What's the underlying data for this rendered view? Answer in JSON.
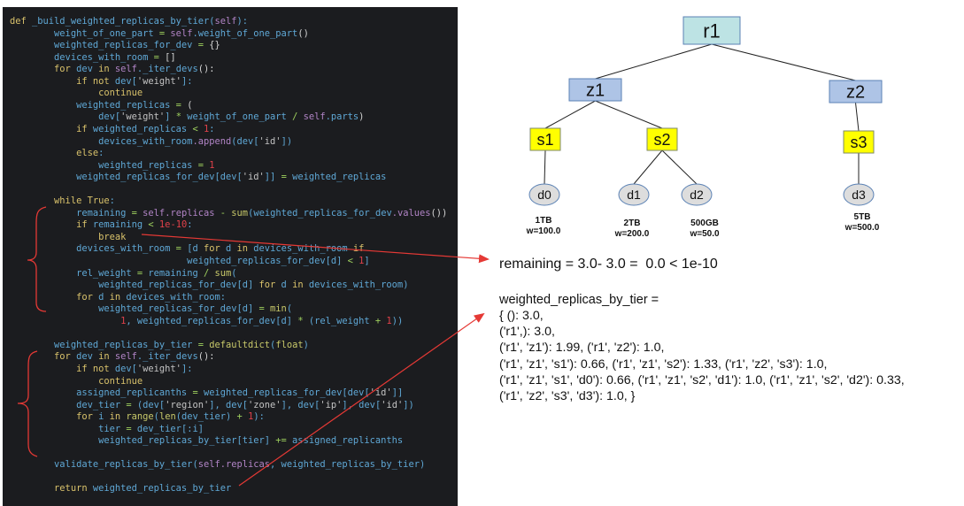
{
  "code": {
    "language": "python",
    "lines": [
      [
        [
          "kw",
          "def "
        ],
        [
          "",
          "_build_weighted_replicas_by_tier("
        ],
        [
          "self",
          "self"
        ],
        [
          "",
          "):"
        ]
      ],
      [
        [
          "",
          "        weight_of_one_part "
        ],
        [
          "op",
          "="
        ],
        [
          "self",
          " self"
        ],
        [
          "",
          ".weight_of_one_part"
        ],
        [
          "plain",
          "()"
        ]
      ],
      [
        [
          "",
          "        weighted_replicas_for_dev "
        ],
        [
          "op",
          "="
        ],
        [
          "plain",
          " {}"
        ]
      ],
      [
        [
          "",
          "        devices_with_room "
        ],
        [
          "op",
          "="
        ],
        [
          "plain",
          " []"
        ]
      ],
      [
        [
          "kw",
          "        for "
        ],
        [
          "",
          "dev "
        ],
        [
          "kw",
          "in "
        ],
        [
          "self",
          "self"
        ],
        [
          "",
          "._iter_devs"
        ],
        [
          "plain",
          "():"
        ]
      ],
      [
        [
          "kw",
          "            if not "
        ],
        [
          "",
          "dev["
        ],
        [
          "str",
          "'weight'"
        ],
        [
          "",
          "]:"
        ]
      ],
      [
        [
          "kw",
          "                continue"
        ]
      ],
      [
        [
          "",
          "            weighted_replicas "
        ],
        [
          "op",
          "="
        ],
        [
          "plain",
          " ("
        ]
      ],
      [
        [
          "",
          "                dev["
        ],
        [
          "str",
          "'weight'"
        ],
        [
          "",
          "] "
        ],
        [
          "op",
          "*"
        ],
        [
          "",
          " weight_of_one_part "
        ],
        [
          "op",
          "/"
        ],
        [
          "self",
          " self"
        ],
        [
          "",
          ".parts"
        ],
        [
          "plain",
          ")"
        ]
      ],
      [
        [
          "kw",
          "            if "
        ],
        [
          "",
          "weighted_replicas "
        ],
        [
          "op",
          "<"
        ],
        [
          "num",
          " 1"
        ],
        [
          "",
          ":"
        ]
      ],
      [
        [
          "",
          "                devices_with_room"
        ],
        [
          "self",
          ".append"
        ],
        [
          "",
          "(dev["
        ],
        [
          "str",
          "'id'"
        ],
        [
          "",
          "])"
        ]
      ],
      [
        [
          "kw",
          "            else"
        ],
        [
          "",
          ":"
        ]
      ],
      [
        [
          "",
          "                weighted_replicas "
        ],
        [
          "op",
          "="
        ],
        [
          "num",
          " 1"
        ]
      ],
      [
        [
          "",
          "            weighted_replicas_for_dev[dev["
        ],
        [
          "str",
          "'id'"
        ],
        [
          "",
          "]] "
        ],
        [
          "op",
          "="
        ],
        [
          "",
          " weighted_replicas"
        ]
      ],
      [
        [
          "",
          ""
        ]
      ],
      [
        [
          "kw",
          "        while True"
        ],
        [
          "",
          ":"
        ]
      ],
      [
        [
          "",
          "            remaining "
        ],
        [
          "op",
          "="
        ],
        [
          "self",
          " self"
        ],
        [
          "self",
          ".replicas"
        ],
        [
          "op",
          " - "
        ],
        [
          "fn",
          "sum"
        ],
        [
          "",
          "(weighted_replicas_for_dev"
        ],
        [
          "self",
          ".values"
        ],
        [
          "plain",
          "())"
        ]
      ],
      [
        [
          "kw",
          "            if "
        ],
        [
          "",
          "remaining "
        ],
        [
          "op",
          "<"
        ],
        [
          "num",
          " 1e-10"
        ],
        [
          "",
          ":"
        ]
      ],
      [
        [
          "kw",
          "                break"
        ]
      ],
      [
        [
          "",
          "            devices_with_room "
        ],
        [
          "op",
          "="
        ],
        [
          "",
          " [d "
        ],
        [
          "kw",
          "for "
        ],
        [
          "",
          "d "
        ],
        [
          "kw",
          "in "
        ],
        [
          "",
          "devices_with_room "
        ],
        [
          "kw",
          "if"
        ]
      ],
      [
        [
          "",
          "                                weighted_replicas_for_dev[d] "
        ],
        [
          "op",
          "<"
        ],
        [
          "num",
          " 1"
        ],
        [
          "",
          "]"
        ]
      ],
      [
        [
          "",
          "            rel_weight "
        ],
        [
          "op",
          "="
        ],
        [
          "",
          " remaining "
        ],
        [
          "op",
          "/"
        ],
        [
          "fn",
          " sum"
        ],
        [
          "",
          "("
        ]
      ],
      [
        [
          "",
          "                weighted_replicas_for_dev[d] "
        ],
        [
          "kw",
          "for "
        ],
        [
          "",
          "d "
        ],
        [
          "kw",
          "in "
        ],
        [
          "",
          "devices_with_room)"
        ]
      ],
      [
        [
          "kw",
          "            for "
        ],
        [
          "",
          "d "
        ],
        [
          "kw",
          "in "
        ],
        [
          "",
          "devices_with_room:"
        ]
      ],
      [
        [
          "",
          "                weighted_replicas_for_dev[d] "
        ],
        [
          "op",
          "="
        ],
        [
          "fn",
          " min"
        ],
        [
          "",
          "("
        ]
      ],
      [
        [
          "num",
          "                    1"
        ],
        [
          "",
          ", weighted_replicas_for_dev[d] "
        ],
        [
          "op",
          "*"
        ],
        [
          "",
          " (rel_weight "
        ],
        [
          "op",
          "+"
        ],
        [
          "num",
          " 1"
        ],
        [
          "",
          "))"
        ]
      ],
      [
        [
          "",
          ""
        ]
      ],
      [
        [
          "",
          "        weighted_replicas_by_tier "
        ],
        [
          "op",
          "="
        ],
        [
          "fn",
          " defaultdict"
        ],
        [
          "",
          "("
        ],
        [
          "fn",
          "float"
        ],
        [
          "",
          ")"
        ]
      ],
      [
        [
          "kw",
          "        for "
        ],
        [
          "",
          "dev "
        ],
        [
          "kw",
          "in "
        ],
        [
          "self",
          "self"
        ],
        [
          "",
          "._iter_devs"
        ],
        [
          "plain",
          "():"
        ]
      ],
      [
        [
          "kw",
          "            if not "
        ],
        [
          "",
          "dev["
        ],
        [
          "str",
          "'weight'"
        ],
        [
          "",
          "]:"
        ]
      ],
      [
        [
          "kw",
          "                continue"
        ]
      ],
      [
        [
          "",
          "            assigned_replicanths "
        ],
        [
          "op",
          "="
        ],
        [
          "",
          " weighted_replicas_for_dev[dev["
        ],
        [
          "str",
          "'id'"
        ],
        [
          "",
          "]]"
        ]
      ],
      [
        [
          "",
          "            dev_tier "
        ],
        [
          "op",
          "="
        ],
        [
          "",
          " (dev["
        ],
        [
          "str",
          "'region'"
        ],
        [
          "",
          "], dev["
        ],
        [
          "str",
          "'zone'"
        ],
        [
          "",
          "], dev["
        ],
        [
          "str",
          "'ip'"
        ],
        [
          "",
          "], dev["
        ],
        [
          "str",
          "'id'"
        ],
        [
          "",
          "])"
        ]
      ],
      [
        [
          "kw",
          "            for "
        ],
        [
          "",
          "i "
        ],
        [
          "kw",
          "in "
        ],
        [
          "fn",
          "range"
        ],
        [
          "",
          "("
        ],
        [
          "fn",
          "len"
        ],
        [
          "",
          "(dev_tier) "
        ],
        [
          "op",
          "+"
        ],
        [
          "num",
          " 1"
        ],
        [
          "",
          "):"
        ]
      ],
      [
        [
          "",
          "                tier "
        ],
        [
          "op",
          "="
        ],
        [
          "",
          " dev_tier[:i]"
        ]
      ],
      [
        [
          "",
          "                weighted_replicas_by_tier[tier] "
        ],
        [
          "op",
          "+="
        ],
        [
          "",
          " assigned_replicanths"
        ]
      ],
      [
        [
          "",
          ""
        ]
      ],
      [
        [
          "",
          "        validate_replicas_by_tier("
        ],
        [
          "self",
          "self"
        ],
        [
          "self",
          ".replicas"
        ],
        [
          "",
          ", weighted_replicas_by_tier)"
        ]
      ],
      [
        [
          "",
          ""
        ]
      ],
      [
        [
          "kw",
          "        return "
        ],
        [
          "",
          "weighted_replicas_by_tier"
        ]
      ]
    ]
  },
  "tree": {
    "root": {
      "id": "r1",
      "label": "r1",
      "kind": "region",
      "fill": "#bde3e4"
    },
    "zones": [
      {
        "id": "z1",
        "label": "z1",
        "kind": "zone",
        "fill": "#aec4e6",
        "parent": "r1"
      },
      {
        "id": "z2",
        "label": "z2",
        "kind": "zone",
        "fill": "#aec4e6",
        "parent": "r1"
      }
    ],
    "servers": [
      {
        "id": "s1",
        "label": "s1",
        "kind": "server",
        "fill": "#ffff00",
        "parent": "z1"
      },
      {
        "id": "s2",
        "label": "s2",
        "kind": "server",
        "fill": "#ffff00",
        "parent": "z1"
      },
      {
        "id": "s3",
        "label": "s3",
        "kind": "server",
        "fill": "#ffff00",
        "parent": "z2"
      }
    ],
    "devices": [
      {
        "id": "d0",
        "label": "d0",
        "parent": "s1",
        "size": "1TB",
        "weight": "w=100.0",
        "fill": "#dddddd"
      },
      {
        "id": "d1",
        "label": "d1",
        "parent": "s2",
        "size": "2TB",
        "weight": "w=200.0",
        "fill": "#dddddd"
      },
      {
        "id": "d2",
        "label": "d2",
        "parent": "s2",
        "size": "500GB",
        "weight": "w=50.0",
        "fill": "#dddddd"
      },
      {
        "id": "d3",
        "label": "d3",
        "parent": "s3",
        "size": "5TB",
        "weight": "w=500.0",
        "fill": "#dddddd"
      }
    ]
  },
  "notes": {
    "remaining": "remaining = 3.0- 3.0 =  0.0 < 1e-10",
    "result_title": "weighted_replicas_by_tier =",
    "result_lines": [
      "{ (): 3.0,",
      "('r1',): 3.0,",
      "('r1', 'z1'): 1.99, ('r1', 'z2'): 1.0,",
      "('r1', 'z1', 's1'): 0.66, ('r1', 'z1', 's2'): 1.33, ('r1', 'z2', 's3'): 1.0,",
      "('r1', 'z1', 's1', 'd0'): 0.66, ('r1', 'z1', 's2', 'd1'): 1.0, ('r1', 'z1', 's2', 'd2'): 0.33,",
      "('r1', 'z2', 's3', 'd3'): 1.0, }"
    ]
  },
  "annotations": {
    "accent_color": "#e53935",
    "braces": [
      "while-loop-brace",
      "for-loop-brace"
    ],
    "arrows": [
      {
        "from": "break",
        "to": "remaining"
      },
      {
        "from": "return",
        "to": "result_title"
      }
    ]
  }
}
